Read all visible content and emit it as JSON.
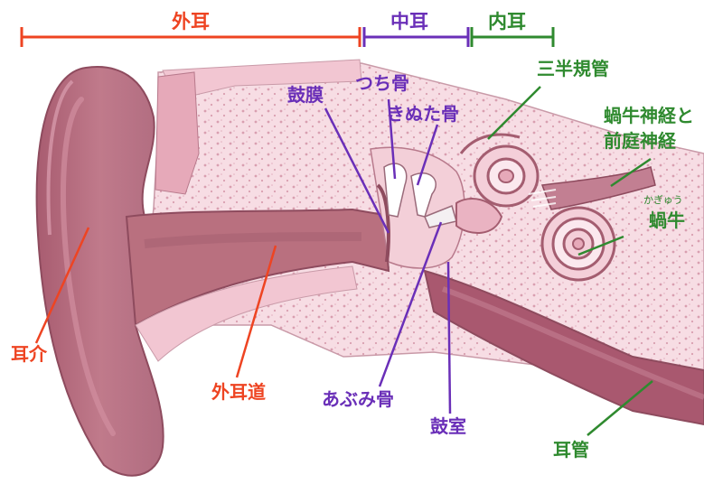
{
  "colors": {
    "outer": "#ee4422",
    "middle": "#6a2fb8",
    "inner": "#2f8a2f",
    "flesh": "#b76a7d",
    "canal": "#9f4a63",
    "bone": "#f7dde4",
    "bone_dot": "#d99fb0",
    "pink_tissue": "#e9b4c2"
  },
  "sections": {
    "outer": "外耳",
    "middle": "中耳",
    "inner": "内耳"
  },
  "labels": {
    "auricle": "耳介",
    "ear_canal": "外耳道",
    "eardrum": "鼓膜",
    "malleus": "つち骨",
    "incus": "きぬた骨",
    "stapes": "あぶみ骨",
    "tympanic_cavity": "鼓室",
    "semicircular_canals": "三半規管",
    "cochlear_vestibular_nerve_line1": "蝸牛神経と",
    "cochlear_vestibular_nerve_line2": "前庭神経",
    "cochlea_reading": "かぎゅう",
    "cochlea": "蝸牛",
    "eustachian_tube": "耳管"
  }
}
